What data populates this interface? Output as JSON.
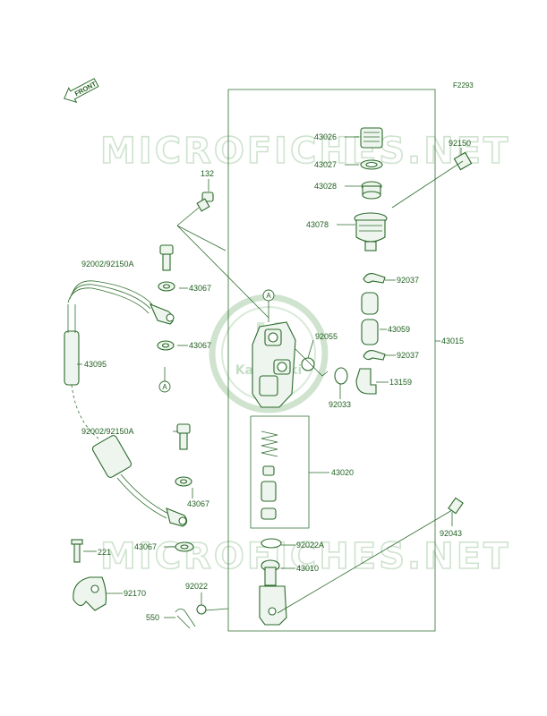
{
  "figure_ref": "F2293",
  "front_label": "FRONT",
  "watermark": {
    "text": "MICROFICHES.NET",
    "logo_text": "Kawasaki"
  },
  "callouts": {
    "a_upper": "A",
    "a_lower": "A"
  },
  "labels": {
    "p43026": "43026",
    "p43027": "43027",
    "p43028": "43028",
    "p43078": "43078",
    "p92150": "92150",
    "p132": "132",
    "p92002_top": "92002/92150A",
    "p43067_a": "43067",
    "p43067_b": "43067",
    "p43095": "43095",
    "p92037_a": "92037",
    "p43059": "43059",
    "p43015": "43015",
    "p92055": "92055",
    "p92037_b": "92037",
    "p13159": "13159",
    "p92033": "92033",
    "p92002_mid": "92002/92150A",
    "p43020": "43020",
    "p43067_c": "43067",
    "p43067_d": "43067",
    "p221": "221",
    "p92022A": "92022A",
    "p43010": "43010",
    "p92043": "92043",
    "p92170": "92170",
    "p92022": "92022",
    "p550": "550"
  },
  "colors": {
    "line": "#2e6e2e",
    "text": "#1f5f1f",
    "watermark": "#cfe3cf",
    "background": "#ffffff"
  }
}
